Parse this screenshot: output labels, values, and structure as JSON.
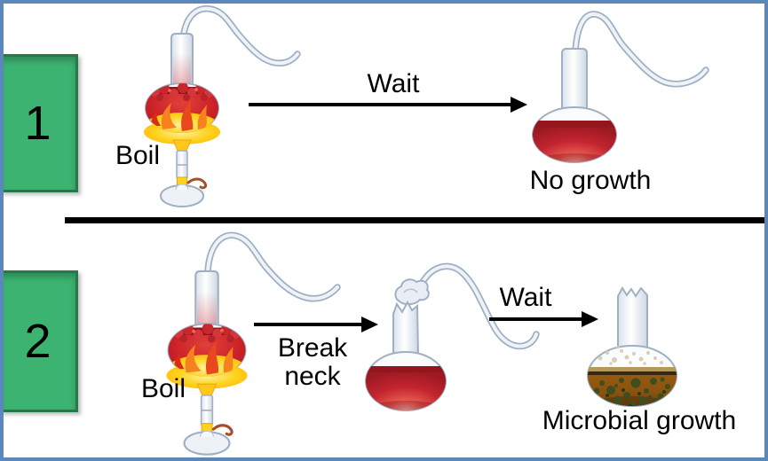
{
  "steps": [
    {
      "number": "1",
      "boil_label": "Boil",
      "wait_label": "Wait",
      "result_label": "No growth"
    },
    {
      "number": "2",
      "boil_label": "Boil",
      "break_label": "Break neck",
      "wait_label": "Wait",
      "result_label": "Microbial growth"
    }
  ],
  "colors": {
    "frame_blue": "#5b87bb",
    "step_box_green": "#3cb371",
    "step_box_border_green": "#27794a",
    "divider_black": "#000000",
    "text_black": "#000000",
    "arrow_black": "#000000",
    "liquid_red": "#c32430",
    "liquid_dark_red": "#93161d",
    "flame_yellow": "#ffd21c",
    "flame_orange": "#f5821e",
    "glass_outline": "#9fb0c4",
    "broth_brown": "#8a5210",
    "microbe_olive": "#3f4e1e"
  }
}
